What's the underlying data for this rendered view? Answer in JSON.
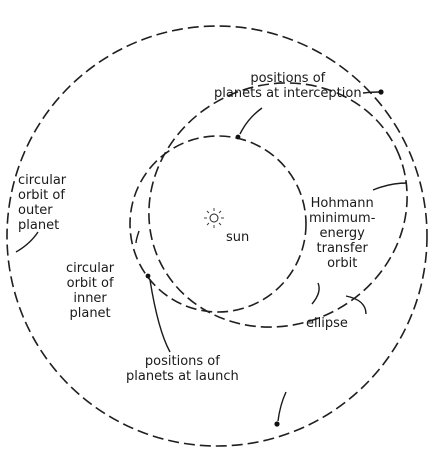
{
  "labels": {
    "interception": [
      "positions of",
      "planets at interception"
    ],
    "outer_orbit": [
      "circular",
      "orbit of",
      "outer",
      "planet"
    ],
    "sun": "sun",
    "hohmann": [
      "Hohmann",
      "minimum-",
      "energy",
      "transfer",
      "orbit"
    ],
    "inner_orbit": [
      "circular",
      "orbit of",
      "inner",
      "planet"
    ],
    "ellipse": "ellipse",
    "launch": [
      "positions of",
      "planets at launch"
    ]
  },
  "colors": {
    "ink": "#1a1a1a",
    "background": "#ffffff"
  }
}
